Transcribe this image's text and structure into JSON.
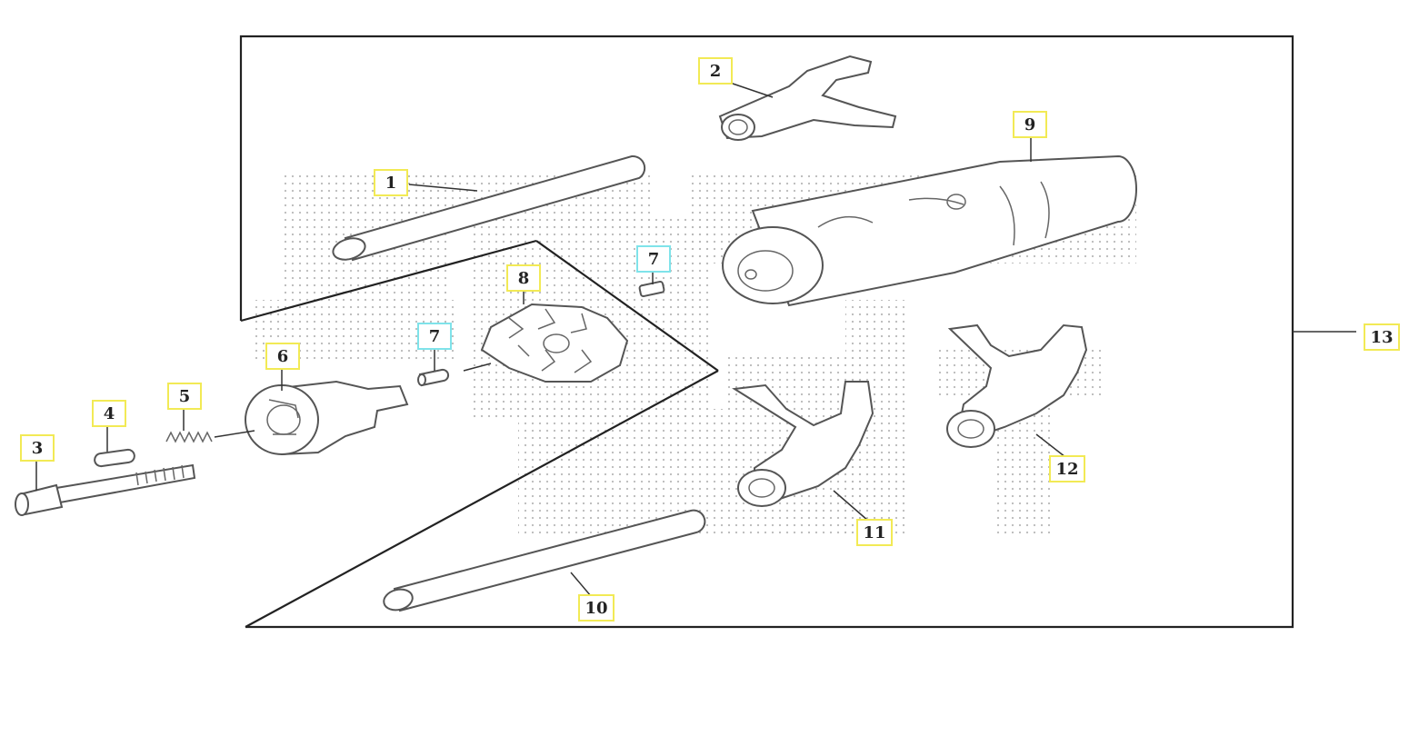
{
  "colors": {
    "callout_border": "#f2ea55",
    "callout_border_alt": "#7fe3ea",
    "watermark": "#9a9a9a"
  },
  "callouts": {
    "c1": "1",
    "c2": "2",
    "c3": "3",
    "c4": "4",
    "c5": "5",
    "c6": "6",
    "c7a": "7",
    "c7b": "7",
    "c8": "8",
    "c9": "9",
    "c10": "10",
    "c11": "11",
    "c12": "12",
    "c13": "13"
  }
}
